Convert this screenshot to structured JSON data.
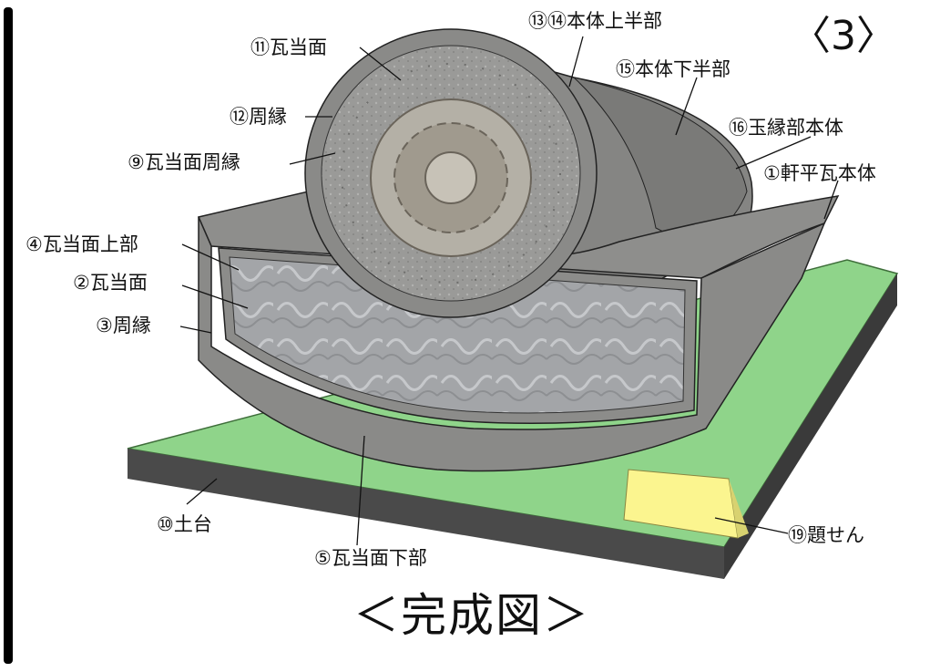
{
  "panel_number": "〈3〉",
  "caption": "＜完成図＞",
  "labels": {
    "l11": "⑪瓦当面",
    "l12": "⑫周縁",
    "l9": "⑨瓦当面周縁",
    "l4": "④瓦当面上部",
    "l2": "②瓦当面",
    "l3": "③周縁",
    "l1314": "⑬⑭本体上半部",
    "l15": "⑮本体下半部",
    "l16": "⑯玉縁部本体",
    "l1": "①軒平瓦本体",
    "l10": "⑩土台",
    "l5": "⑤瓦当面下部",
    "l19": "⑲題せん"
  },
  "colors": {
    "base_top": "#8fd48a",
    "base_side": "#4a4a4a",
    "tile": "#8e8e8c",
    "tile_dark": "#6f6f6d",
    "plaque": "#fbf58f",
    "left_bar": "#000000"
  }
}
